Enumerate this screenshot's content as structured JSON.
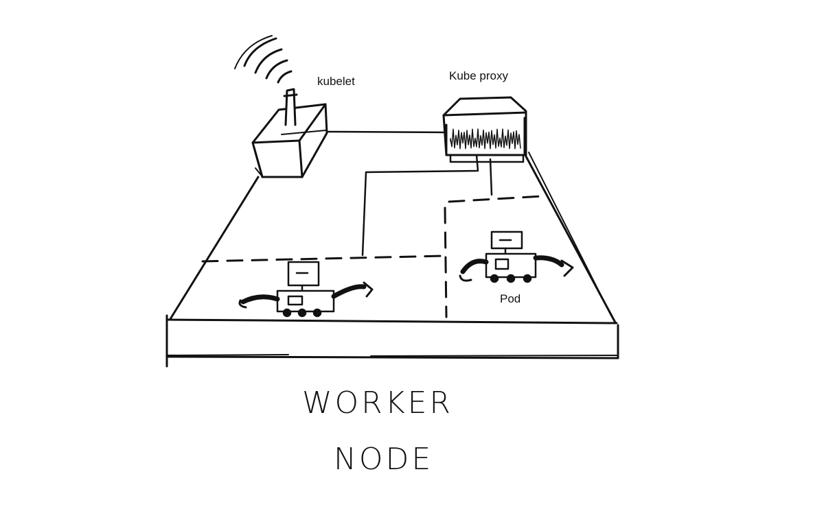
{
  "labels": {
    "kubelet": "kubelet",
    "kube_proxy": "Kube proxy",
    "pod": "Pod"
  },
  "title": {
    "line1": "WORKER",
    "line2": "NODE"
  },
  "colors": {
    "ink": "#111111",
    "paper": "#ffffff"
  },
  "icons": {
    "signal": "wifi-signal-icon",
    "robot": "robot-pod-icon"
  }
}
